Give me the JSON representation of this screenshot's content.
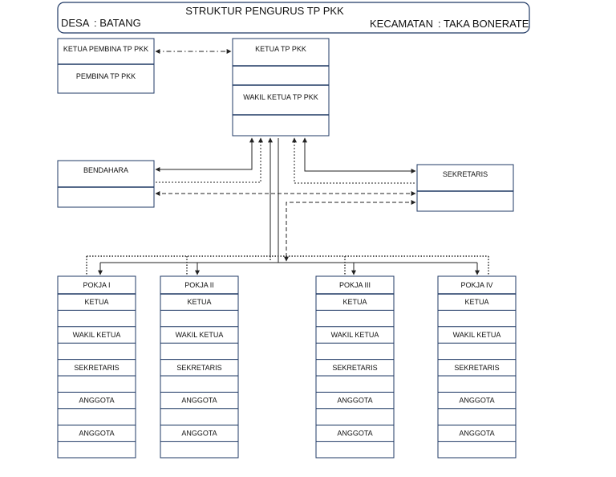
{
  "header": {
    "title": "STRUKTUR PENGURUS TP PKK",
    "desa_label": "DESA",
    "desa_value": ": BATANG",
    "kecamatan_label": "KECAMATAN",
    "kecamatan_value": ": TAKA BONERATE"
  },
  "pembina": {
    "ketua": "KETUA PEMBINA TP PKK",
    "member": "PEMBINA TP PKK"
  },
  "leadership": {
    "ketua": "KETUA TP PKK",
    "wakil": "WAKIL KETUA TP PKK"
  },
  "bendahara": "BENDAHARA",
  "sekretaris": "SEKRETARIS",
  "pokja": [
    {
      "name": "POKJA I",
      "roles": [
        "KETUA",
        "WAKIL KETUA",
        "SEKRETARIS",
        "ANGGOTA",
        "ANGGOTA"
      ]
    },
    {
      "name": "POKJA II",
      "roles": [
        "KETUA",
        "WAKIL KETUA",
        "SEKRETARIS",
        "ANGGOTA",
        "ANGGOTA"
      ]
    },
    {
      "name": "POKJA III",
      "roles": [
        "KETUA",
        "WAKIL KETUA",
        "SEKRETARIS",
        "ANGGOTA",
        "ANGGOTA"
      ]
    },
    {
      "name": "POKJA IV",
      "roles": [
        "KETUA",
        "WAKIL KETUA",
        "SEKRETARIS",
        "ANGGOTA",
        "ANGGOTA"
      ]
    }
  ],
  "colors": {
    "box_border": "#1f3864",
    "line": "#222222"
  }
}
